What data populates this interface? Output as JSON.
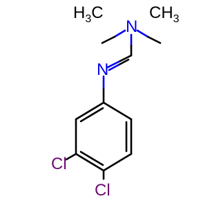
{
  "molecule": {
    "atoms": {
      "methyl_left": {
        "symbol": "H",
        "count": "3",
        "element": "C"
      },
      "methyl_right": {
        "symbol": "CH",
        "count": "3"
      },
      "amine_n": "N",
      "imine_n": "N",
      "chloro_meta": "Cl",
      "chloro_para": "Cl"
    },
    "colors": {
      "carbon": "#000000",
      "nitrogen": "#0000ee",
      "chlorine": "#6b0e75"
    }
  }
}
